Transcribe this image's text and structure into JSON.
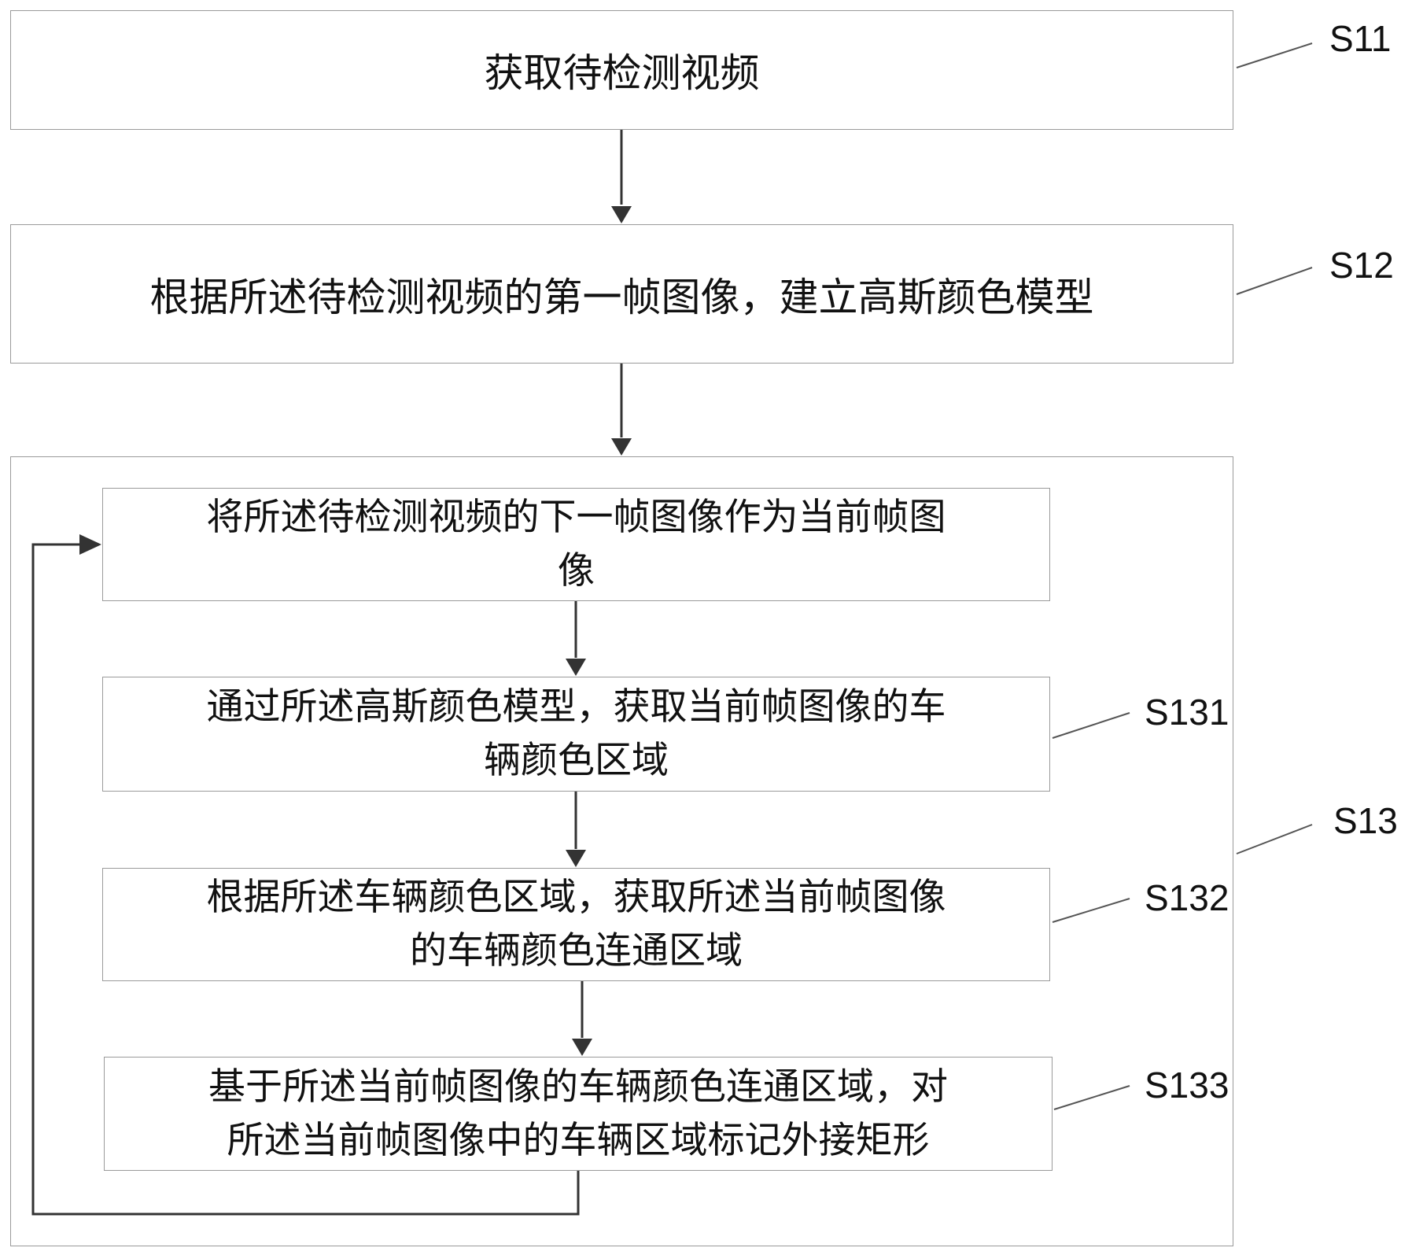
{
  "steps": {
    "s11": {
      "text": "获取待检测视频",
      "label": "S11"
    },
    "s12": {
      "text": "根据所述待检测视频的第一帧图像，建立高斯颜色模型",
      "label": "S12"
    },
    "s13": {
      "label": "S13"
    },
    "loop_start": {
      "line1": "将所述待检测视频的下一帧图像作为当前帧图",
      "line2": "像"
    },
    "s131": {
      "line1": "通过所述高斯颜色模型，获取当前帧图像的车",
      "line2": "辆颜色区域",
      "label": "S131"
    },
    "s132": {
      "line1": "根据所述车辆颜色区域，获取所述当前帧图像",
      "line2": "的车辆颜色连通区域",
      "label": "S132"
    },
    "s133": {
      "line1": "基于所述当前帧图像的车辆颜色连通区域，对",
      "line2": "所述当前帧图像中的车辆区域标记外接矩形",
      "label": "S133"
    }
  },
  "colors": {
    "border": "#9a9a9a",
    "arrow": "#333333",
    "text": "#111111"
  }
}
